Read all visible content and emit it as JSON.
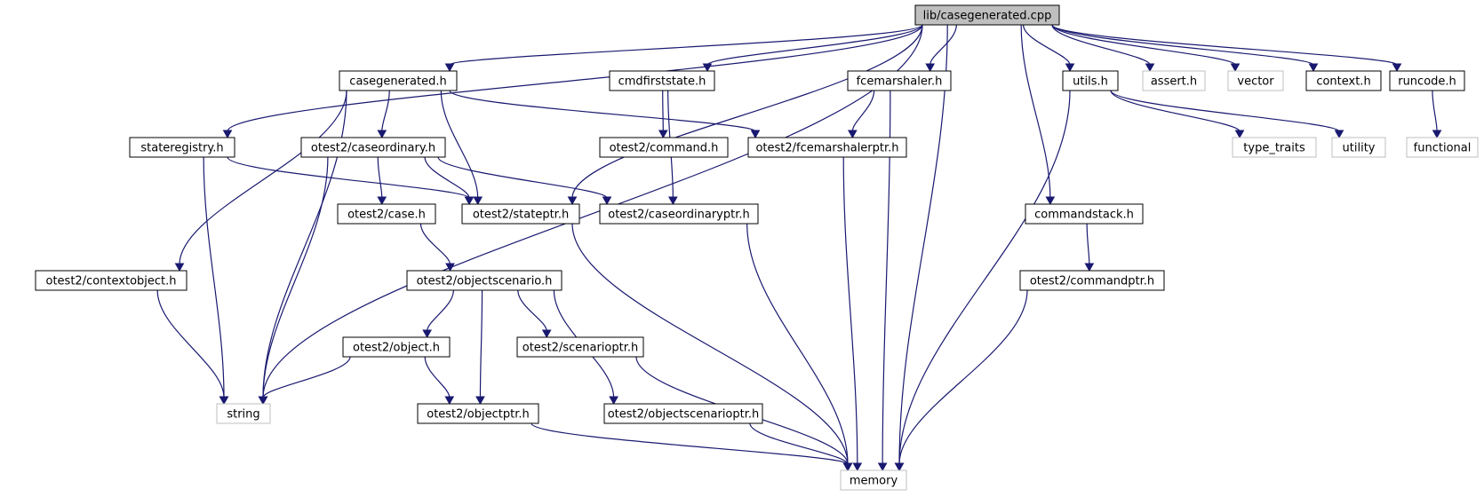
{
  "nodes": [
    {
      "id": "root",
      "label": "lib/casegenerated.cpp",
      "kind": "root"
    },
    {
      "id": "casegenerated",
      "label": "casegenerated.h",
      "kind": "file"
    },
    {
      "id": "cmdfirststate",
      "label": "cmdfirststate.h",
      "kind": "file"
    },
    {
      "id": "fcemarshaler",
      "label": "fcemarshaler.h",
      "kind": "file"
    },
    {
      "id": "utils",
      "label": "utils.h",
      "kind": "file"
    },
    {
      "id": "assert",
      "label": "assert.h",
      "kind": "external"
    },
    {
      "id": "vector",
      "label": "vector",
      "kind": "external"
    },
    {
      "id": "context",
      "label": "context.h",
      "kind": "file"
    },
    {
      "id": "runcode",
      "label": "runcode.h",
      "kind": "file"
    },
    {
      "id": "stateregistry",
      "label": "stateregistry.h",
      "kind": "file"
    },
    {
      "id": "caseordinary",
      "label": "otest2/caseordinary.h",
      "kind": "file"
    },
    {
      "id": "command",
      "label": "otest2/command.h",
      "kind": "file"
    },
    {
      "id": "fcemarshalerptr",
      "label": "otest2/fcemarshalerptr.h",
      "kind": "file"
    },
    {
      "id": "type_traits",
      "label": "type_traits",
      "kind": "external"
    },
    {
      "id": "utility",
      "label": "utility",
      "kind": "external"
    },
    {
      "id": "functional",
      "label": "functional",
      "kind": "external"
    },
    {
      "id": "case",
      "label": "otest2/case.h",
      "kind": "file"
    },
    {
      "id": "stateptr",
      "label": "otest2/stateptr.h",
      "kind": "file"
    },
    {
      "id": "caseordinaryptr",
      "label": "otest2/caseordinaryptr.h",
      "kind": "file"
    },
    {
      "id": "commandstack",
      "label": "commandstack.h",
      "kind": "file"
    },
    {
      "id": "contextobject",
      "label": "otest2/contextobject.h",
      "kind": "file"
    },
    {
      "id": "objectscenario",
      "label": "otest2/objectscenario.h",
      "kind": "file"
    },
    {
      "id": "commandptr",
      "label": "otest2/commandptr.h",
      "kind": "file"
    },
    {
      "id": "object",
      "label": "otest2/object.h",
      "kind": "file"
    },
    {
      "id": "scenarioptr",
      "label": "otest2/scenarioptr.h",
      "kind": "file"
    },
    {
      "id": "string",
      "label": "string",
      "kind": "external"
    },
    {
      "id": "objectptr",
      "label": "otest2/objectptr.h",
      "kind": "file"
    },
    {
      "id": "objectscenarioptr",
      "label": "otest2/objectscenarioptr.h",
      "kind": "file"
    },
    {
      "id": "memory",
      "label": "memory",
      "kind": "external"
    }
  ],
  "edges": [
    [
      "root",
      "string"
    ],
    [
      "root",
      "casegenerated"
    ],
    [
      "root",
      "stateregistry"
    ],
    [
      "root",
      "stateptr"
    ],
    [
      "root",
      "cmdfirststate"
    ],
    [
      "root",
      "fcemarshaler"
    ],
    [
      "root",
      "memory"
    ],
    [
      "root",
      "commandstack"
    ],
    [
      "root",
      "utils"
    ],
    [
      "root",
      "assert"
    ],
    [
      "root",
      "vector"
    ],
    [
      "root",
      "context"
    ],
    [
      "root",
      "runcode"
    ],
    [
      "casegenerated",
      "contextobject"
    ],
    [
      "casegenerated",
      "string"
    ],
    [
      "casegenerated",
      "caseordinary"
    ],
    [
      "casegenerated",
      "stateptr"
    ],
    [
      "casegenerated",
      "fcemarshalerptr"
    ],
    [
      "cmdfirststate",
      "command"
    ],
    [
      "cmdfirststate",
      "caseordinaryptr"
    ],
    [
      "fcemarshaler",
      "fcemarshalerptr"
    ],
    [
      "fcemarshaler",
      "memory"
    ],
    [
      "utils",
      "type_traits"
    ],
    [
      "utils",
      "utility"
    ],
    [
      "utils",
      "memory"
    ],
    [
      "runcode",
      "functional"
    ],
    [
      "stateregistry",
      "string"
    ],
    [
      "stateregistry",
      "stateptr"
    ],
    [
      "caseordinary",
      "case"
    ],
    [
      "caseordinary",
      "stateptr"
    ],
    [
      "caseordinary",
      "caseordinaryptr"
    ],
    [
      "caseordinary",
      "string"
    ],
    [
      "fcemarshalerptr",
      "memory"
    ],
    [
      "case",
      "objectscenario"
    ],
    [
      "stateptr",
      "memory"
    ],
    [
      "caseordinaryptr",
      "memory"
    ],
    [
      "commandstack",
      "commandptr"
    ],
    [
      "commandptr",
      "memory"
    ],
    [
      "contextobject",
      "string"
    ],
    [
      "objectscenario",
      "object"
    ],
    [
      "objectscenario",
      "objectptr"
    ],
    [
      "objectscenario",
      "scenarioptr"
    ],
    [
      "objectscenario",
      "objectscenarioptr"
    ],
    [
      "object",
      "string"
    ],
    [
      "object",
      "objectptr"
    ],
    [
      "scenarioptr",
      "memory"
    ],
    [
      "objectptr",
      "memory"
    ],
    [
      "objectscenarioptr",
      "memory"
    ]
  ],
  "colors": {
    "edge": "#191970",
    "node_border": "#000000",
    "external_border": "#bfbfbf",
    "root_fill": "#bfbfbf"
  }
}
